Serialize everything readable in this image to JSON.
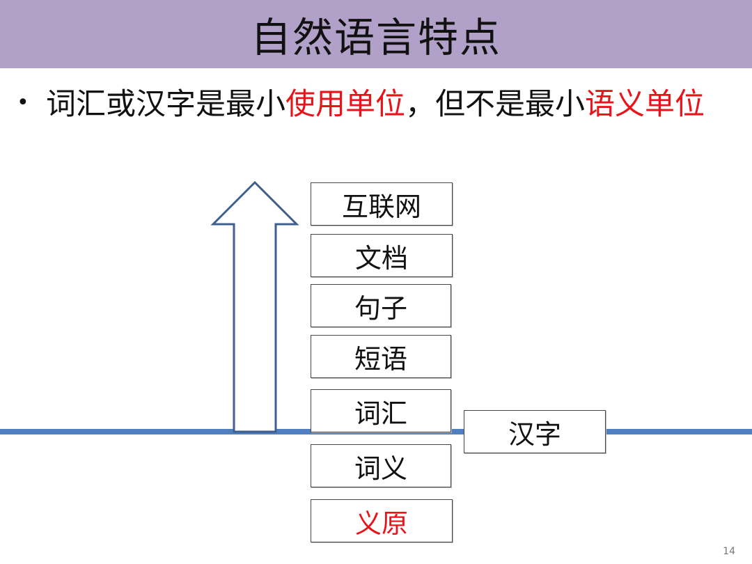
{
  "title": "自然语言特点",
  "bullet": {
    "parts": [
      {
        "text": "词汇或汉字是最小",
        "color": "#111111"
      },
      {
        "text": "使用单位",
        "color": "#e8141a"
      },
      {
        "text": "，但不是最小",
        "color": "#111111"
      },
      {
        "text": "语义单位",
        "color": "#e8141a"
      }
    ]
  },
  "diagram": {
    "boxes": {
      "internet": "互联网",
      "document": "文档",
      "sentence": "句子",
      "phrase": "短语",
      "word": "词汇",
      "character": "汉字",
      "word_sense": "词义",
      "sememe": "义原"
    },
    "colors": {
      "line": "#4f7fbf",
      "arrow_stroke": "#3f5f8f",
      "highlight": "#e8141a"
    }
  },
  "page_number": "14"
}
